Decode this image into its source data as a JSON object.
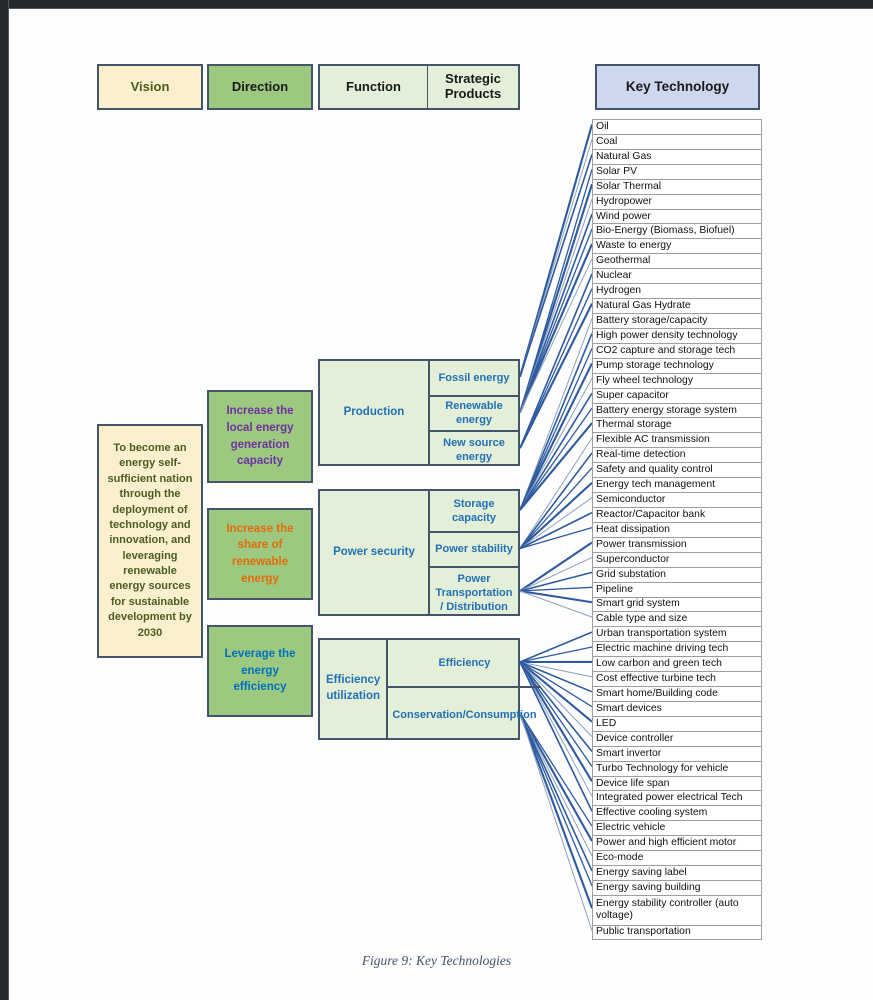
{
  "header": {
    "vision_label": "Vision",
    "direction_label": "Direction",
    "function_label": "Function",
    "strategic_products_label": "Strategic Products",
    "key_technology_label": "Key Technology"
  },
  "vision": {
    "text": "To become an energy self-sufficient nation through the deployment of technology and innovation, and leveraging renewable energy sources for sustainable development by 2030"
  },
  "directions": [
    {
      "label": "Increase the local energy generation capacity",
      "color": "#7030a0"
    },
    {
      "label": "Increase the share of renewable energy",
      "color": "#e36c0a"
    },
    {
      "label": "Leverage the energy efficiency",
      "color": "#0070c0"
    }
  ],
  "functions": [
    {
      "name": "Production",
      "products": [
        "Fossil energy",
        "Renewable energy",
        "New source energy"
      ]
    },
    {
      "name": "Power security",
      "products": [
        "Storage capacity",
        "Power stability",
        "Power Transportation / Distribution"
      ]
    },
    {
      "name": "Efficiency utilization",
      "products": [
        "Efficiency",
        "Conservation/Consumption"
      ]
    }
  ],
  "key_technologies": [
    "Oil",
    "Coal",
    "Natural Gas",
    "Solar PV",
    "Solar Thermal",
    "Hydropower",
    "Wind power",
    "Bio-Energy (Biomass, Biofuel)",
    "Waste to energy",
    "Geothermal",
    "Nuclear",
    "Hydrogen",
    "Natural Gas Hydrate",
    "Battery storage/capacity",
    "High power density technology",
    "CO2 capture and storage tech",
    "Pump storage technology",
    "Fly wheel technology",
    "Super capacitor",
    "Battery energy storage system",
    "Thermal storage",
    "Flexible AC transmission",
    "Real-time detection",
    "Safety and quality control",
    "Energy tech management",
    "Semiconductor",
    "Reactor/Capacitor bank",
    "Heat dissipation",
    "Power transmission",
    "Superconductor",
    "Grid substation",
    "Pipeline",
    "Smart grid system",
    "Cable type and size",
    "Urban transportation system",
    "Electric machine driving tech",
    "Low carbon and green tech",
    "Cost effective turbine tech",
    "Smart home/Building code",
    "Smart devices",
    "LED",
    "Device controller",
    "Smart invertor",
    "Turbo Technology for vehicle",
    "Device life span",
    "Integrated power electrical Tech",
    "Effective cooling system",
    "Electric vehicle",
    "Power and high efficient motor",
    "Eco-mode",
    "Energy saving label",
    "Energy saving building",
    "Energy stability controller (auto voltage)",
    "Public transportation"
  ],
  "connections": [
    {
      "product": "Fossil energy",
      "targets": [
        0,
        1,
        2
      ]
    },
    {
      "product": "Renewable energy",
      "targets": [
        3,
        4,
        5,
        6,
        7,
        8,
        9
      ]
    },
    {
      "product": "New source energy",
      "targets": [
        10,
        11,
        12
      ]
    },
    {
      "product": "Storage capacity",
      "targets": [
        13,
        14,
        15,
        16,
        17,
        18,
        19,
        20
      ]
    },
    {
      "product": "Power stability",
      "targets": [
        21,
        22,
        23,
        24,
        25,
        26,
        27
      ]
    },
    {
      "product": "Power Transportation / Distribution",
      "targets": [
        28,
        29,
        30,
        31,
        32,
        33
      ]
    },
    {
      "product": "Efficiency",
      "targets": [
        34,
        35,
        36,
        37,
        38,
        39,
        40,
        41,
        42,
        43,
        44,
        45,
        46
      ]
    },
    {
      "product": "Conservation/Consumption",
      "targets": [
        47,
        48,
        49,
        50,
        51,
        52,
        53
      ]
    }
  ],
  "caption": "Figure 9: Key Technologies",
  "colors": {
    "vision_fill": "#fbf0cd",
    "vision_text": "#4a5e23",
    "direction_fill": "#9cc97f",
    "function_fill": "#e3efd9",
    "function_text": "#2271b3",
    "key_technology_header_fill": "#cdd7ee",
    "box_border": "#44546a",
    "connector_line": "#2e5aa0",
    "connector_line_thin": "#8da2c0"
  }
}
